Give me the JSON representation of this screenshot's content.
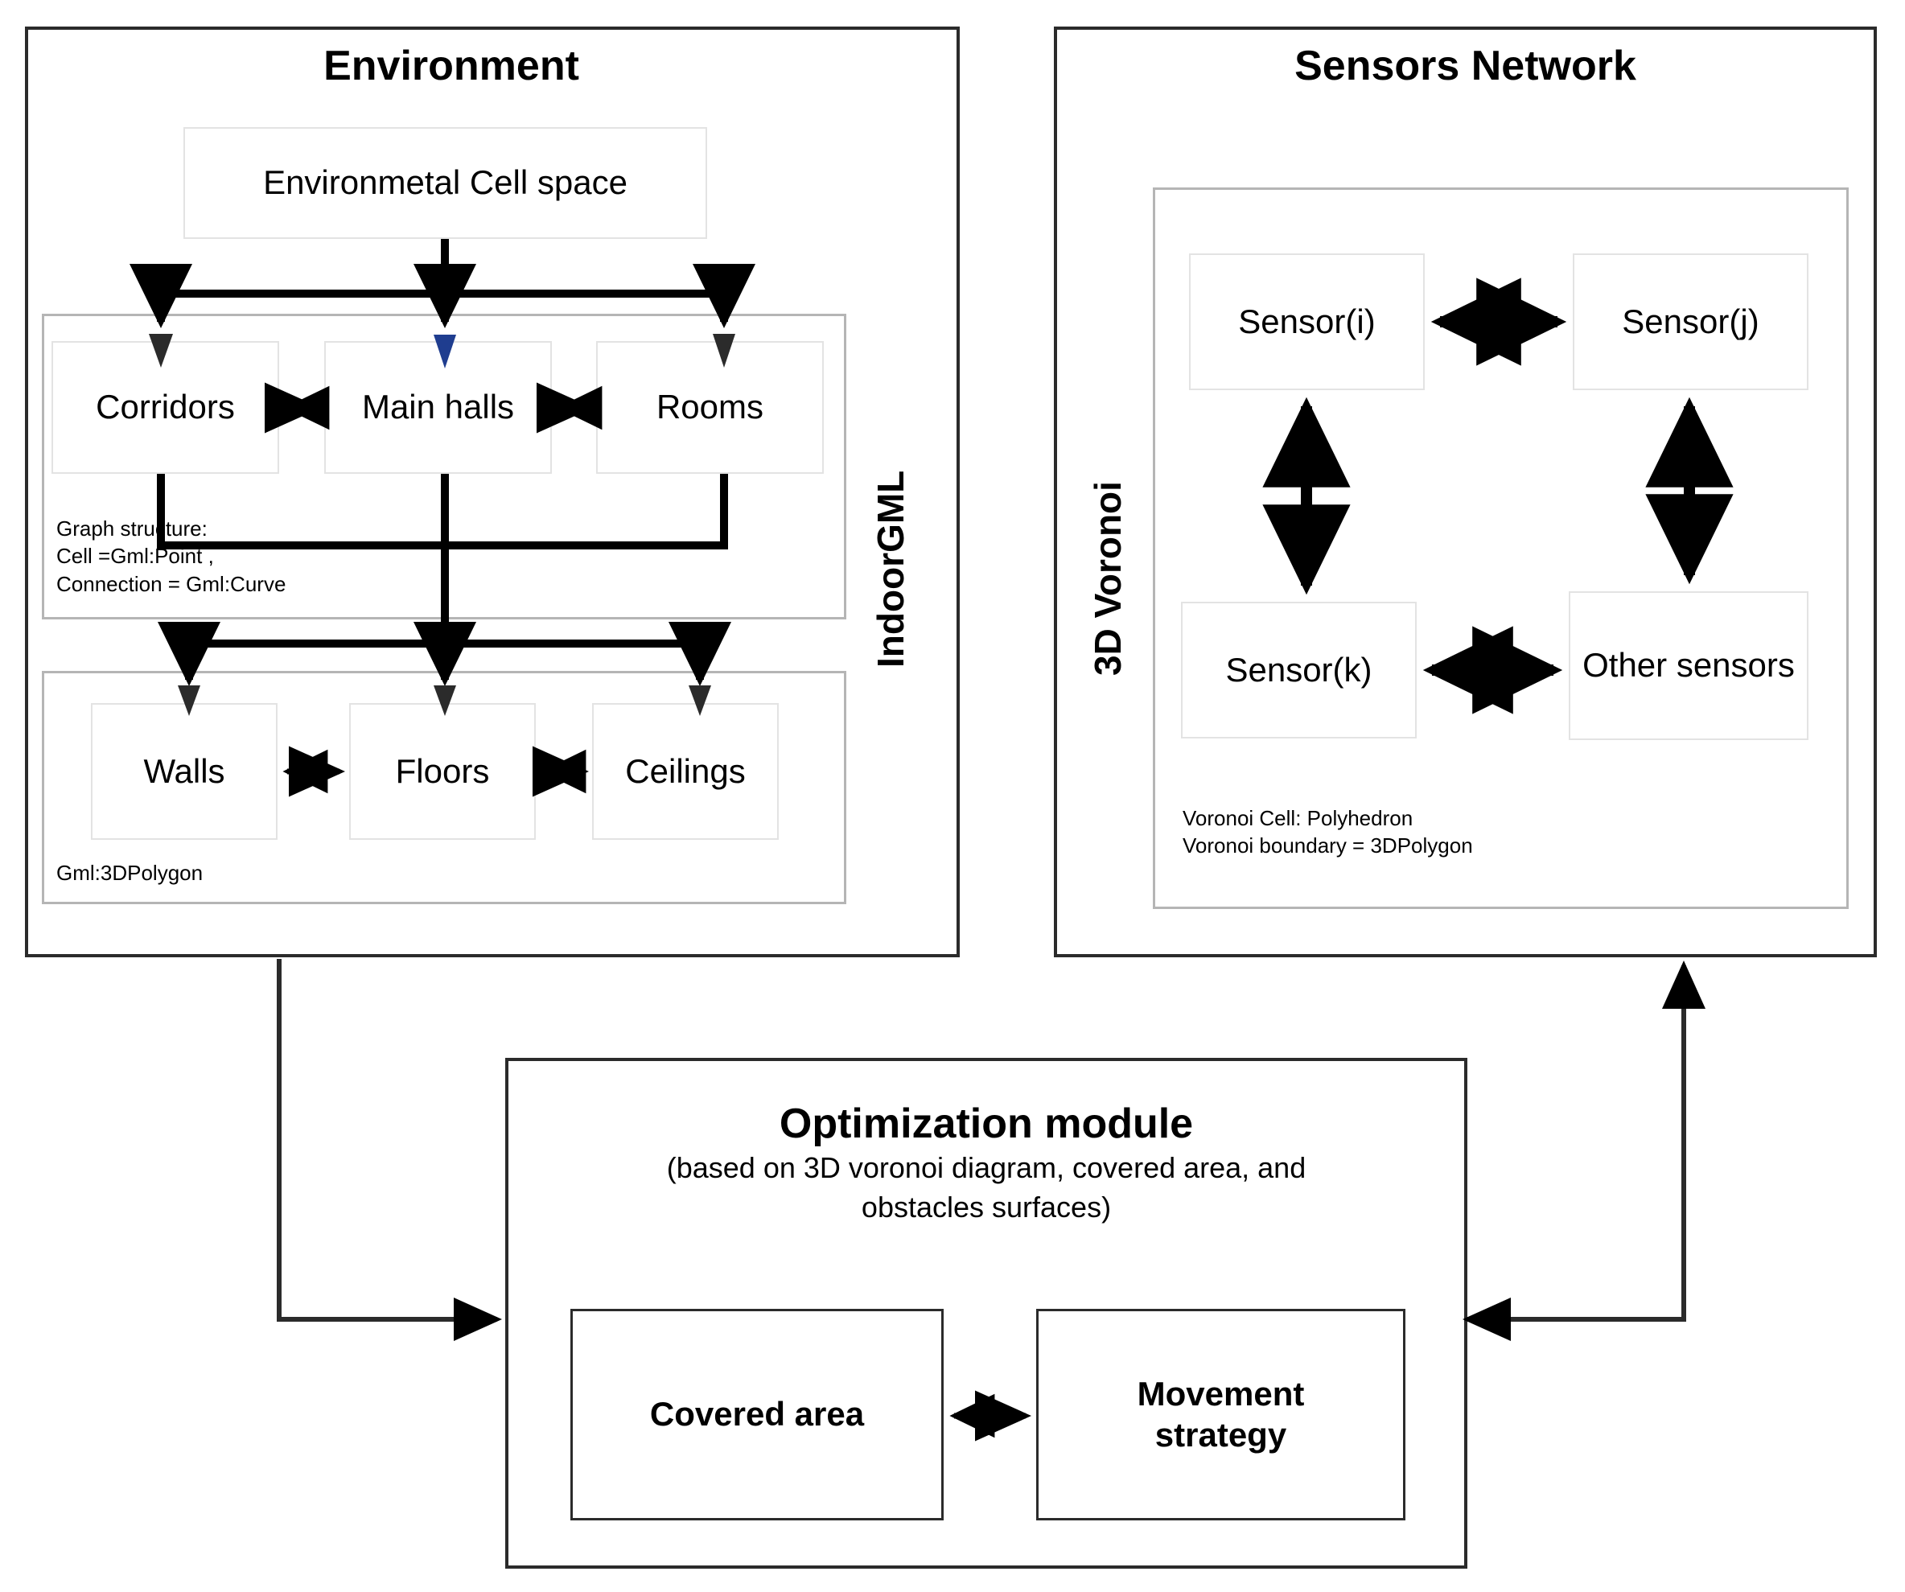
{
  "diagram": {
    "title_environment": "Environment",
    "title_sensors": "Sensors Network",
    "side_label_indoorgml": "IndoorGML",
    "side_label_voronoi": "3D Voronoi"
  },
  "environment": {
    "title": "Environment",
    "root_node": "Environmetal Cell space",
    "side_label": "IndoorGML",
    "cell_group": {
      "nodes": [
        "Corridors",
        "Main halls",
        "Rooms"
      ],
      "note": "Graph structure:\nCell =Gml:Point ,\nConnection = Gml:Curve"
    },
    "surface_group": {
      "nodes": [
        "Walls",
        "Floors",
        "Ceilings"
      ],
      "note": "Gml:3DPolygon"
    }
  },
  "sensors": {
    "title": "Sensors Network",
    "side_label": "3D Voronoi",
    "group": {
      "nodes": [
        "Sensor(i)",
        "Sensor(j)",
        "Sensor(k)",
        "Other sensors"
      ],
      "note": "Voronoi Cell: Polyhedron\nVoronoi boundary = 3DPolygon"
    }
  },
  "optimization": {
    "title": "Optimization module",
    "subtitle": "(based on 3D voronoi diagram, covered area, and\nobstacles surfaces)",
    "nodes": [
      "Covered area",
      "Movement\nstrategy"
    ]
  },
  "colors": {
    "module_border": "#2b2b2b",
    "group_border": "#b5b5b5",
    "node_border": "#e3e3e3",
    "ink": "#000000",
    "accent_arrow": "#1f3d8f",
    "background": "#ffffff"
  }
}
